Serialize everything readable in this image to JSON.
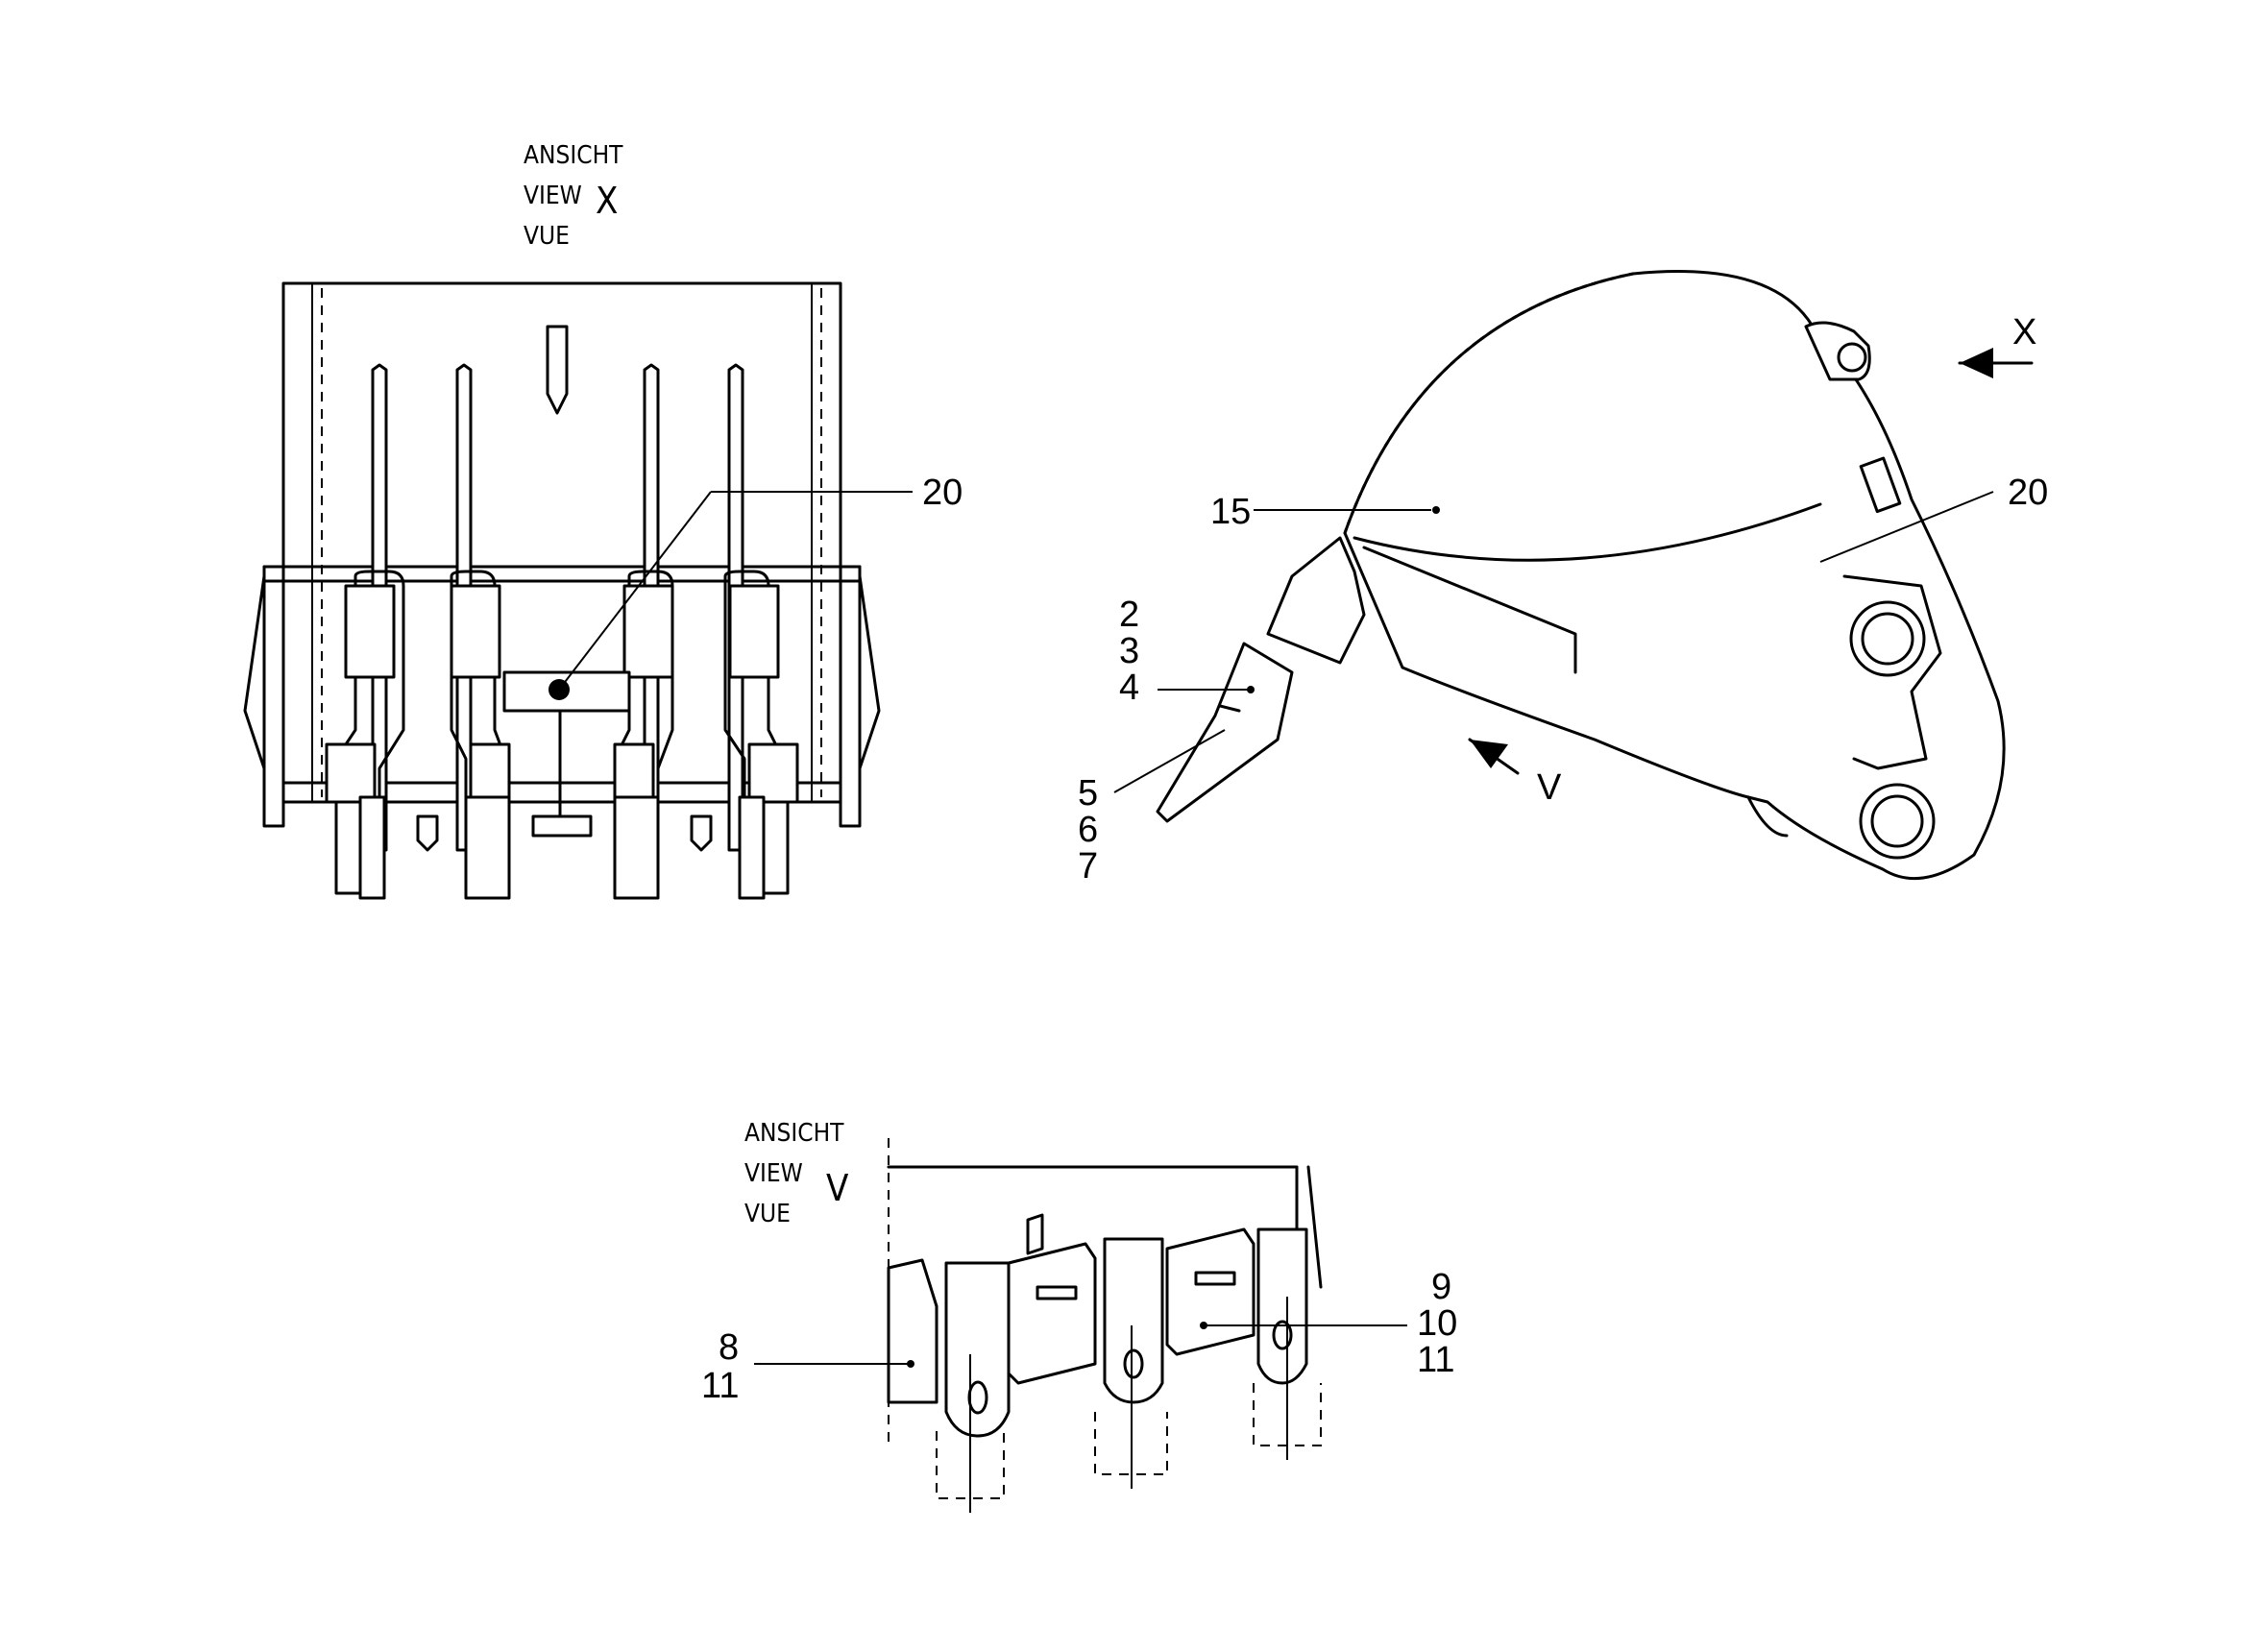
{
  "view_x": {
    "title_lines": [
      "ANSICHT",
      "VIEW",
      "VUE"
    ],
    "letter": "X",
    "callouts": [
      "20"
    ]
  },
  "side_view": {
    "callouts": {
      "c15": "15",
      "c20": "20",
      "c2": "2",
      "c3": "3",
      "c4": "4",
      "c5": "5",
      "c6": "6",
      "c7": "7"
    },
    "arrow_x": "X",
    "arrow_v": "V"
  },
  "view_v": {
    "title_lines": [
      "ANSICHT",
      "VIEW",
      "VUE"
    ],
    "letter": "V",
    "callouts": {
      "c8": "8",
      "c11a": "11",
      "c9": "9",
      "c10": "10",
      "c11b": "11"
    }
  }
}
